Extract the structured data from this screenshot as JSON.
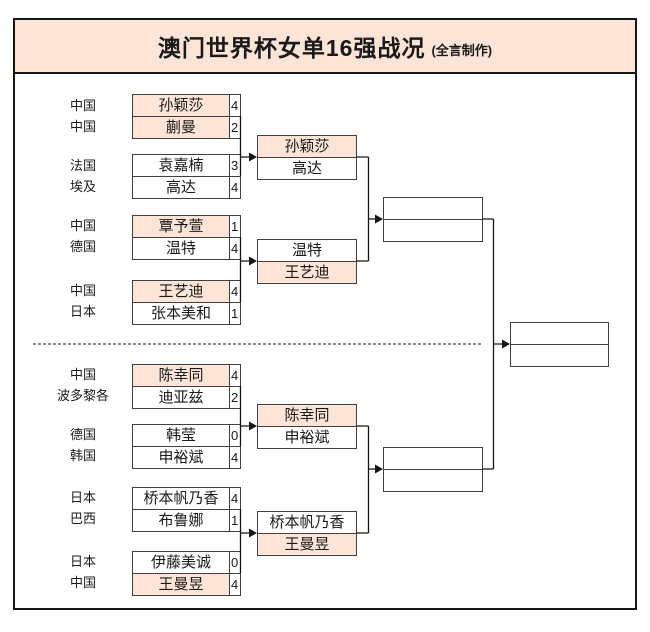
{
  "title": {
    "main": "澳门世界杯女单16强战况",
    "credit": "(全言制作)"
  },
  "colors": {
    "highlight": "#fce4d6",
    "box_border": "#3f3f3f",
    "frame_border": "#161616",
    "title_background": "#fce4d6"
  },
  "bracket": {
    "round_of_16": [
      {
        "players": [
          {
            "country": "中国",
            "name": "孙颖莎",
            "score": "4",
            "highlighted": true
          },
          {
            "country": "中国",
            "name": "蒯曼",
            "score": "2",
            "highlighted": true
          }
        ]
      },
      {
        "players": [
          {
            "country": "法国",
            "name": "袁嘉楠",
            "score": "3",
            "highlighted": false
          },
          {
            "country": "埃及",
            "name": "高达",
            "score": "4",
            "highlighted": false
          }
        ]
      },
      {
        "players": [
          {
            "country": "中国",
            "name": "覃予萱",
            "score": "1",
            "highlighted": true
          },
          {
            "country": "德国",
            "name": "温特",
            "score": "4",
            "highlighted": false
          }
        ]
      },
      {
        "players": [
          {
            "country": "中国",
            "name": "王艺迪",
            "score": "4",
            "highlighted": true
          },
          {
            "country": "日本",
            "name": "张本美和",
            "score": "1",
            "highlighted": false
          }
        ]
      },
      {
        "players": [
          {
            "country": "中国",
            "name": "陈幸同",
            "score": "4",
            "highlighted": true
          },
          {
            "country": "波多黎各",
            "name": "迪亚兹",
            "score": "2",
            "highlighted": false
          }
        ]
      },
      {
        "players": [
          {
            "country": "德国",
            "name": "韩莹",
            "score": "0",
            "highlighted": false
          },
          {
            "country": "韩国",
            "name": "申裕斌",
            "score": "4",
            "highlighted": false
          }
        ]
      },
      {
        "players": [
          {
            "country": "日本",
            "name": "桥本帆乃香",
            "score": "4",
            "highlighted": false
          },
          {
            "country": "巴西",
            "name": "布鲁娜",
            "score": "1",
            "highlighted": false
          }
        ]
      },
      {
        "players": [
          {
            "country": "日本",
            "name": "伊藤美诚",
            "score": "0",
            "highlighted": false
          },
          {
            "country": "中国",
            "name": "王曼昱",
            "score": "4",
            "highlighted": true
          }
        ]
      }
    ],
    "quarterfinals": [
      {
        "players": [
          {
            "name": "孙颖莎",
            "highlighted": true
          },
          {
            "name": "高达",
            "highlighted": false
          }
        ]
      },
      {
        "players": [
          {
            "name": "温特",
            "highlighted": false
          },
          {
            "name": "王艺迪",
            "highlighted": true
          }
        ]
      },
      {
        "players": [
          {
            "name": "陈幸同",
            "highlighted": true
          },
          {
            "name": "申裕斌",
            "highlighted": false
          }
        ]
      },
      {
        "players": [
          {
            "name": "桥本帆乃香",
            "highlighted": false
          },
          {
            "name": "王曼昱",
            "highlighted": true
          }
        ]
      }
    ],
    "semifinals": [
      {
        "players": [
          {
            "name": "",
            "highlighted": false
          },
          {
            "name": "",
            "highlighted": false
          }
        ]
      },
      {
        "players": [
          {
            "name": "",
            "highlighted": false
          },
          {
            "name": "",
            "highlighted": false
          }
        ]
      }
    ],
    "final": {
      "players": [
        {
          "name": "",
          "highlighted": false
        },
        {
          "name": "",
          "highlighted": false
        }
      ]
    }
  }
}
